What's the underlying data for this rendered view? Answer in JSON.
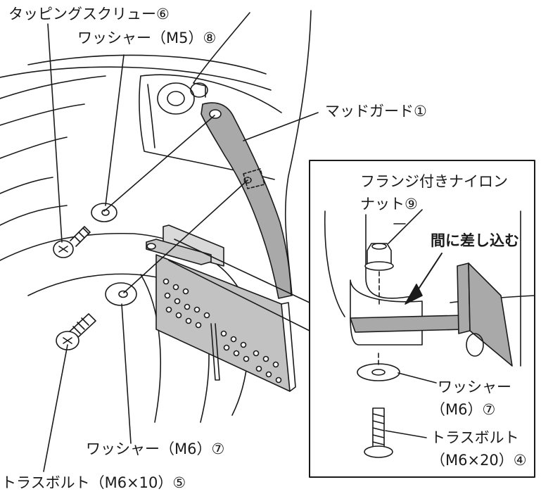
{
  "labels": {
    "tapping_screw": "タッピングスクリュー⑥",
    "washer_m5": "ワッシャー（M5）⑧",
    "mudguard": "マッドガード①",
    "flange_nut_line1": "フランジ付きナイロン",
    "flange_nut_line2": "ナット⑨",
    "insert_between": "間に差し込む",
    "washer_m6_inset_line1": "ワッシャー",
    "washer_m6_inset_line2": "（M6）⑦",
    "truss_bolt_inset_line1": "トラスボルト",
    "truss_bolt_inset_line2": "（M6×20）④",
    "washer_m6_main": "ワッシャー（M6）⑦",
    "truss_bolt_main": "トラスボルト（M6×10）⑤"
  },
  "colors": {
    "line": "#1a1a1a",
    "guard_fill": "#a9a9a9",
    "plate_fill": "#c2c2c2",
    "hardware_fill": "#ffffff"
  }
}
